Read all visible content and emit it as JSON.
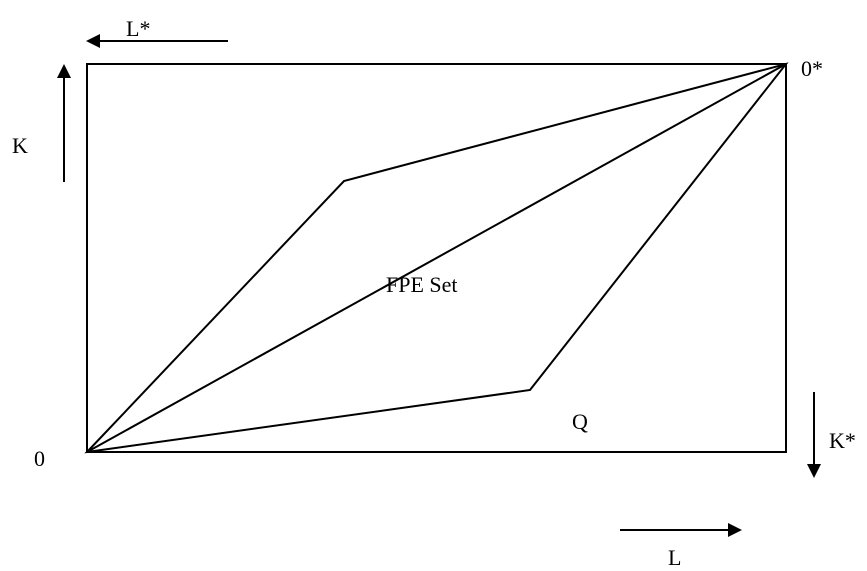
{
  "labels": {
    "origin_home": "0",
    "origin_foreign": "0*",
    "capital_home": "K",
    "labor_home": "L",
    "capital_foreign": "K*",
    "labor_foreign": "L*",
    "region": "FPE Set",
    "point_q": "Q"
  }
}
